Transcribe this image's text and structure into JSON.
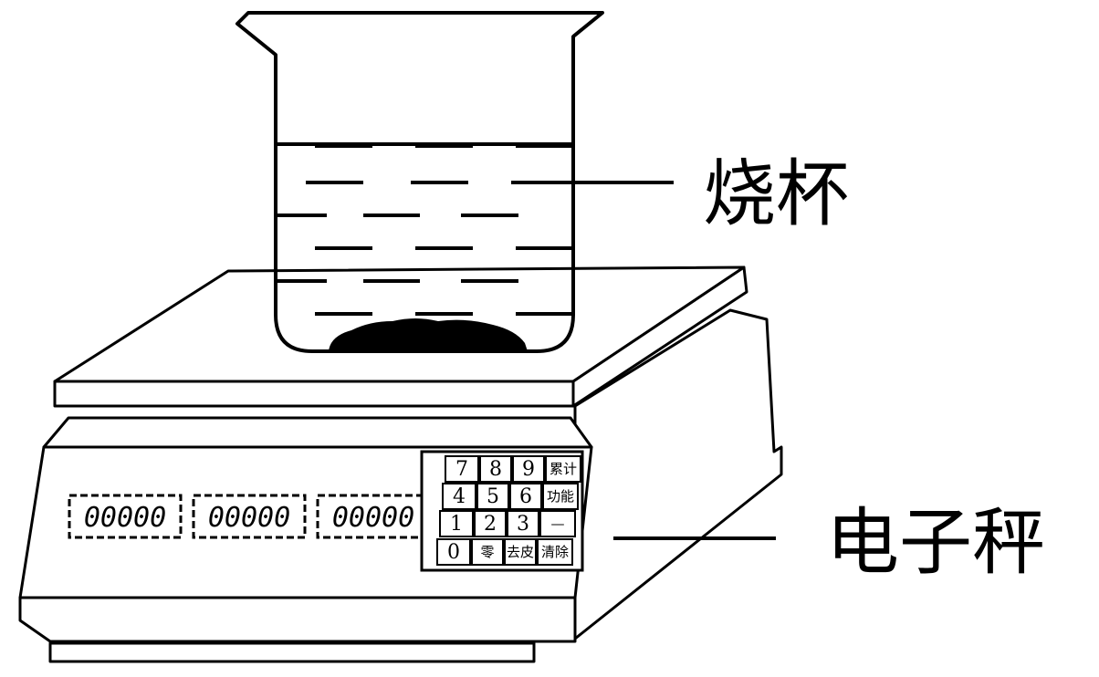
{
  "labels": {
    "beaker": "烧杯",
    "scale": "电子秤"
  },
  "display_segments": [
    "00000",
    "00000",
    "00000"
  ],
  "keypad": [
    [
      "7",
      "8",
      "9",
      "累计"
    ],
    [
      "4",
      "5",
      "6",
      "功能"
    ],
    [
      "1",
      "2",
      "3",
      "—"
    ],
    [
      "0",
      "零",
      "去皮",
      "清除"
    ]
  ]
}
